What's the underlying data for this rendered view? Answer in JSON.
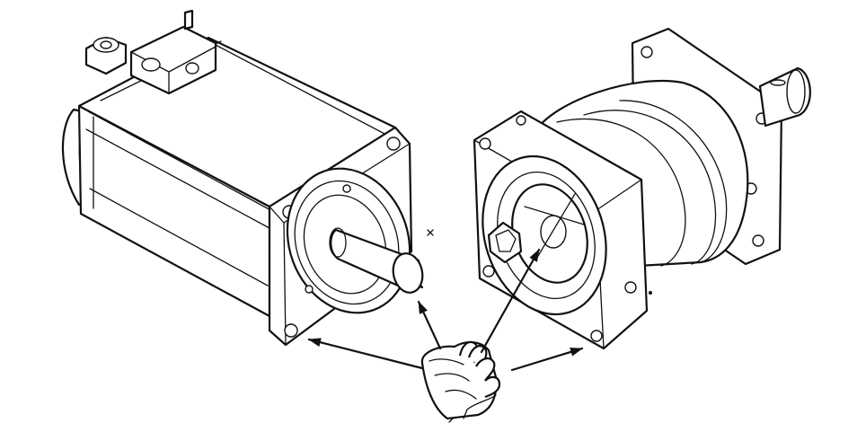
{
  "figure": {
    "parts": [
      "servo-motor",
      "gearbox",
      "hand-with-cloth"
    ],
    "colors": {
      "line": "#111111",
      "fill": "#ffffff",
      "background": "#ffffff"
    },
    "arrow_count": 4
  }
}
